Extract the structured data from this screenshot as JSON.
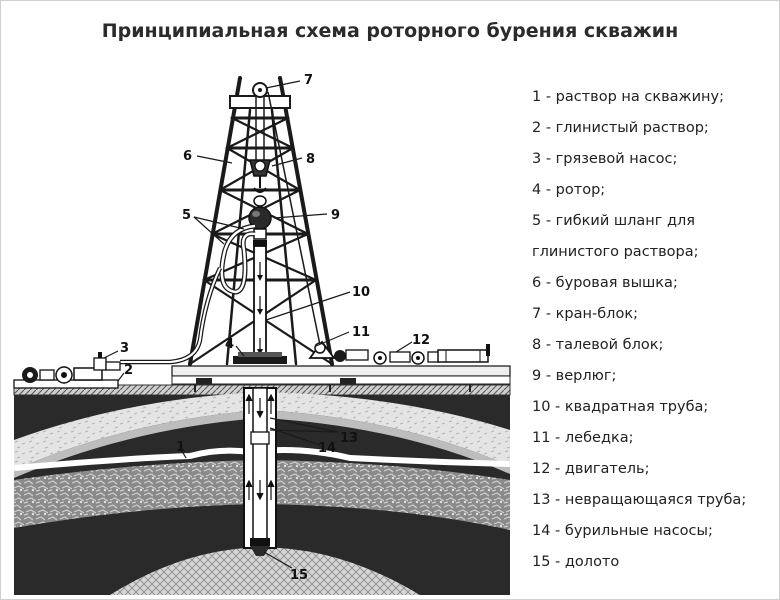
{
  "title": "Принципиальная схема роторного бурения скважин",
  "callouts": [
    "1",
    "2",
    "3",
    "4",
    "5",
    "6",
    "7",
    "8",
    "9",
    "10",
    "11",
    "12",
    "13",
    "14",
    "15"
  ],
  "legend": [
    "1 - раствор на скважину;",
    "2 - глинистый раствор;",
    "3 - грязевой насос;",
    "4 - ротор;",
    "5 - гибкий шланг для",
    "глинистого раствора;",
    "6 - буровая вышка;",
    "7 - кран-блок;",
    "8 - талевой блок;",
    "9 - верлюг;",
    "10 - квадратная труба;",
    "11 - лебедка;",
    "12 - двигатель;",
    "13 - невращающаяся труба;",
    "14 - бурильные насосы;",
    "15 - долото"
  ]
}
